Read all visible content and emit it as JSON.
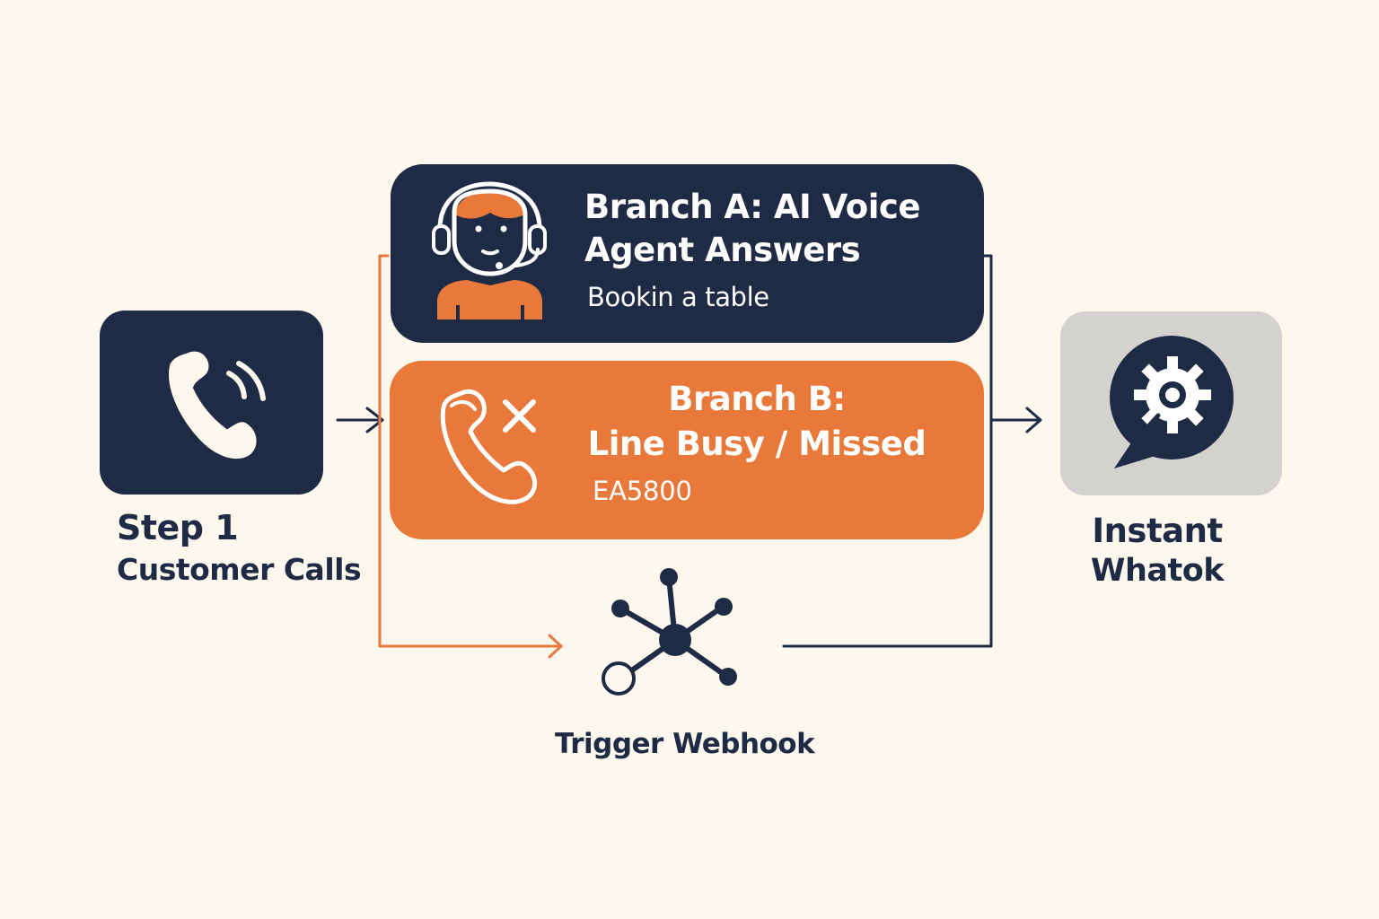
{
  "colors": {
    "background": "#fcf8ee",
    "navy": "#1f2a44",
    "orange": "#e8793a",
    "gray": "#d3d2cf",
    "white": "#ffffff"
  },
  "step": {
    "title": "Step 1",
    "subtitle": "Customer Calls",
    "icon": "phone-calling-icon"
  },
  "branch_a": {
    "title_line_1": "Branch A: AI Voice",
    "title_line_2": "Agent Answers",
    "subtitle": "Bookin a table",
    "icon": "agent-headset-icon"
  },
  "branch_b": {
    "title_line_1": "Branch B:",
    "title_line_2": "Line Busy / Missed",
    "subtitle": "EA5800",
    "icon": "missed-call-icon"
  },
  "trigger": {
    "label": "Trigger Webhook",
    "icon": "webhook-network-icon"
  },
  "result": {
    "title": "Instant",
    "subtitle": "Whatok",
    "icon": "chat-gear-icon"
  }
}
